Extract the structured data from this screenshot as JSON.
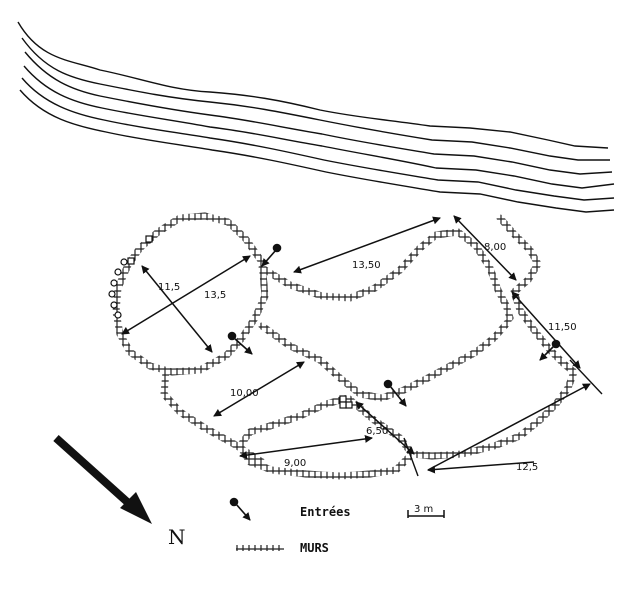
{
  "dimensions": {
    "d1": "11,5",
    "d2": "13,5",
    "d3": "13,50",
    "d4": "8,00",
    "d5": "11,50",
    "d6": "10,00",
    "d7": "6,50",
    "d8": "9,00",
    "d9": "12,5"
  },
  "legend": {
    "entrances_label": "Entrées",
    "walls_label": "MURS",
    "scale_label": "3 m"
  },
  "north_label": "N"
}
